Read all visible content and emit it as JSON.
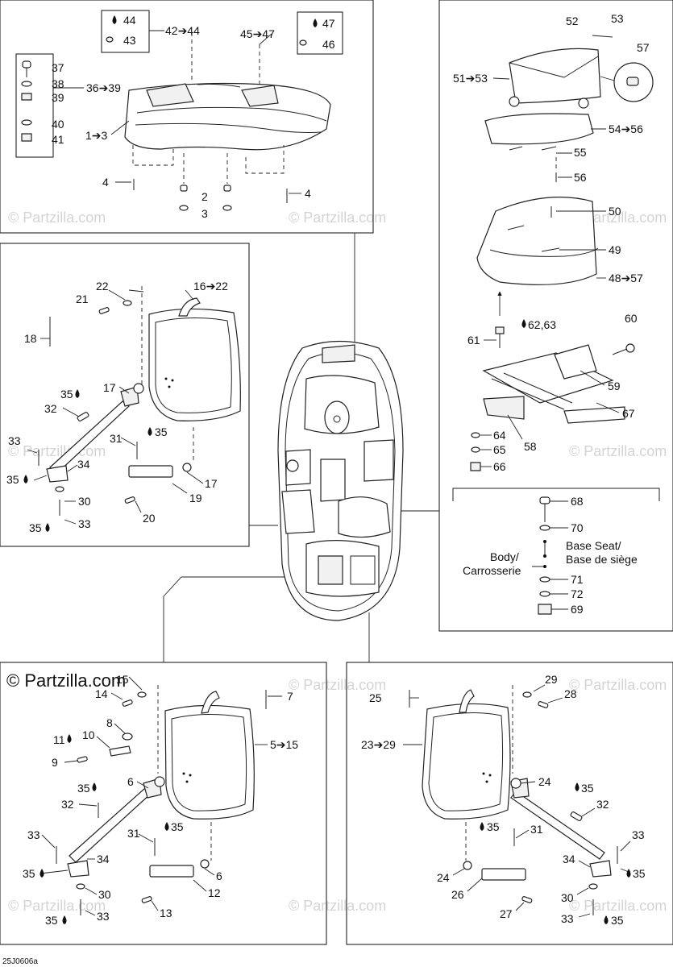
{
  "watermark": "© Partzilla.com",
  "copyright": "© Partzilla.com",
  "drawing_code": "25J0606a",
  "callouts": {
    "c44": "44",
    "c43": "43",
    "c42_44": "42➔44",
    "c45_47": "45➔47",
    "c47": "47",
    "c46": "46",
    "c37": "37",
    "c38": "38",
    "c39": "39",
    "c40": "40",
    "c41": "41",
    "c36_39": "36➔39",
    "c1_3": "1➔3",
    "c4a": "4",
    "c4b": "4",
    "c2": "2",
    "c3": "3",
    "c52": "52",
    "c53": "53",
    "c57": "57",
    "c51_53": "51➔53",
    "c54_56": "54➔56",
    "c55": "55",
    "c56": "56",
    "c50": "50",
    "c49": "49",
    "c48_57": "48➔57",
    "c62_63": "62,63",
    "c61": "61",
    "c60": "60",
    "c59": "59",
    "c67": "67",
    "c64": "64",
    "c65": "65",
    "c66": "66",
    "c58": "58",
    "c68": "68",
    "c70": "70",
    "c71": "71",
    "c72": "72",
    "c69": "69",
    "c22": "22",
    "c16_22": "16➔22",
    "c21": "21",
    "c18": "18",
    "c17a": "17",
    "c35a": "35",
    "c32a": "32",
    "c31a": "31",
    "c35b": "35",
    "c33a": "33",
    "c34a": "34",
    "c35c": "35",
    "c17b": "17",
    "c19": "19",
    "c30a": "30",
    "c20": "20",
    "c35d": "35",
    "c33b": "33",
    "c15": "15",
    "c14": "14",
    "c7": "7",
    "c8": "8",
    "c10": "10",
    "c11": "11",
    "c9": "9",
    "c5_15": "5➔15",
    "c6a": "6",
    "c35e": "35",
    "c32b": "32",
    "c31b": "31",
    "c35f": "35",
    "c33c": "33",
    "c34b": "34",
    "c35g": "35",
    "c6b": "6",
    "c12": "12",
    "c30b": "30",
    "c13": "13",
    "c35h": "35",
    "c33d": "33",
    "c25": "25",
    "c29": "29",
    "c28": "28",
    "c23_29": "23➔29",
    "c24a": "24",
    "c35i": "35",
    "c32c": "32",
    "c35j": "35",
    "c31c": "31",
    "c33e": "33",
    "c34c": "34",
    "c35k": "35",
    "c24b": "24",
    "c26": "26",
    "c30c": "30",
    "c27": "27",
    "c33f": "33",
    "c35l": "35"
  },
  "legend": {
    "base_seat_en": "Base Seat/",
    "base_seat_fr": "Base de siège",
    "body_en": "Body/",
    "body_fr": "Carrosserie"
  },
  "icons": [
    "oil-drop-icon"
  ]
}
